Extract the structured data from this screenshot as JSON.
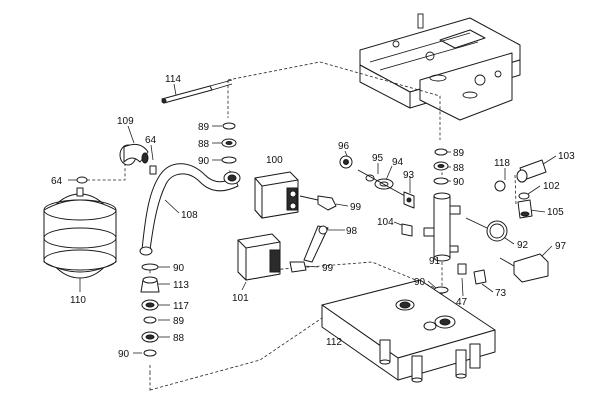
{
  "callouts": [
    {
      "id": "l114",
      "text": "114"
    },
    {
      "id": "l109",
      "text": "109"
    },
    {
      "id": "l64a",
      "text": "64"
    },
    {
      "id": "l64b",
      "text": "64"
    },
    {
      "id": "l110",
      "text": "110"
    },
    {
      "id": "l108",
      "text": "108"
    },
    {
      "id": "l89a",
      "text": "89"
    },
    {
      "id": "l88a",
      "text": "88"
    },
    {
      "id": "l90a",
      "text": "90"
    },
    {
      "id": "l100",
      "text": "100"
    },
    {
      "id": "l99a",
      "text": "99"
    },
    {
      "id": "l98",
      "text": "98"
    },
    {
      "id": "l99b",
      "text": "99"
    },
    {
      "id": "l101",
      "text": "101"
    },
    {
      "id": "l90b",
      "text": "90"
    },
    {
      "id": "l113",
      "text": "113"
    },
    {
      "id": "l117",
      "text": "117"
    },
    {
      "id": "l89b",
      "text": "89"
    },
    {
      "id": "l88b",
      "text": "88"
    },
    {
      "id": "l90c",
      "text": "90"
    },
    {
      "id": "l96",
      "text": "96"
    },
    {
      "id": "l95",
      "text": "95"
    },
    {
      "id": "l94",
      "text": "94"
    },
    {
      "id": "l93",
      "text": "93"
    },
    {
      "id": "l89c",
      "text": "89"
    },
    {
      "id": "l88c",
      "text": "88"
    },
    {
      "id": "l90d",
      "text": "90"
    },
    {
      "id": "l118",
      "text": "118"
    },
    {
      "id": "l103",
      "text": "103"
    },
    {
      "id": "l102",
      "text": "102"
    },
    {
      "id": "l105",
      "text": "105"
    },
    {
      "id": "l104",
      "text": "104"
    },
    {
      "id": "l92",
      "text": "92"
    },
    {
      "id": "l97",
      "text": "97"
    },
    {
      "id": "l91",
      "text": "91"
    },
    {
      "id": "l90e",
      "text": "90"
    },
    {
      "id": "l47",
      "text": "47"
    },
    {
      "id": "l73",
      "text": "73"
    },
    {
      "id": "l112",
      "text": "112"
    }
  ]
}
